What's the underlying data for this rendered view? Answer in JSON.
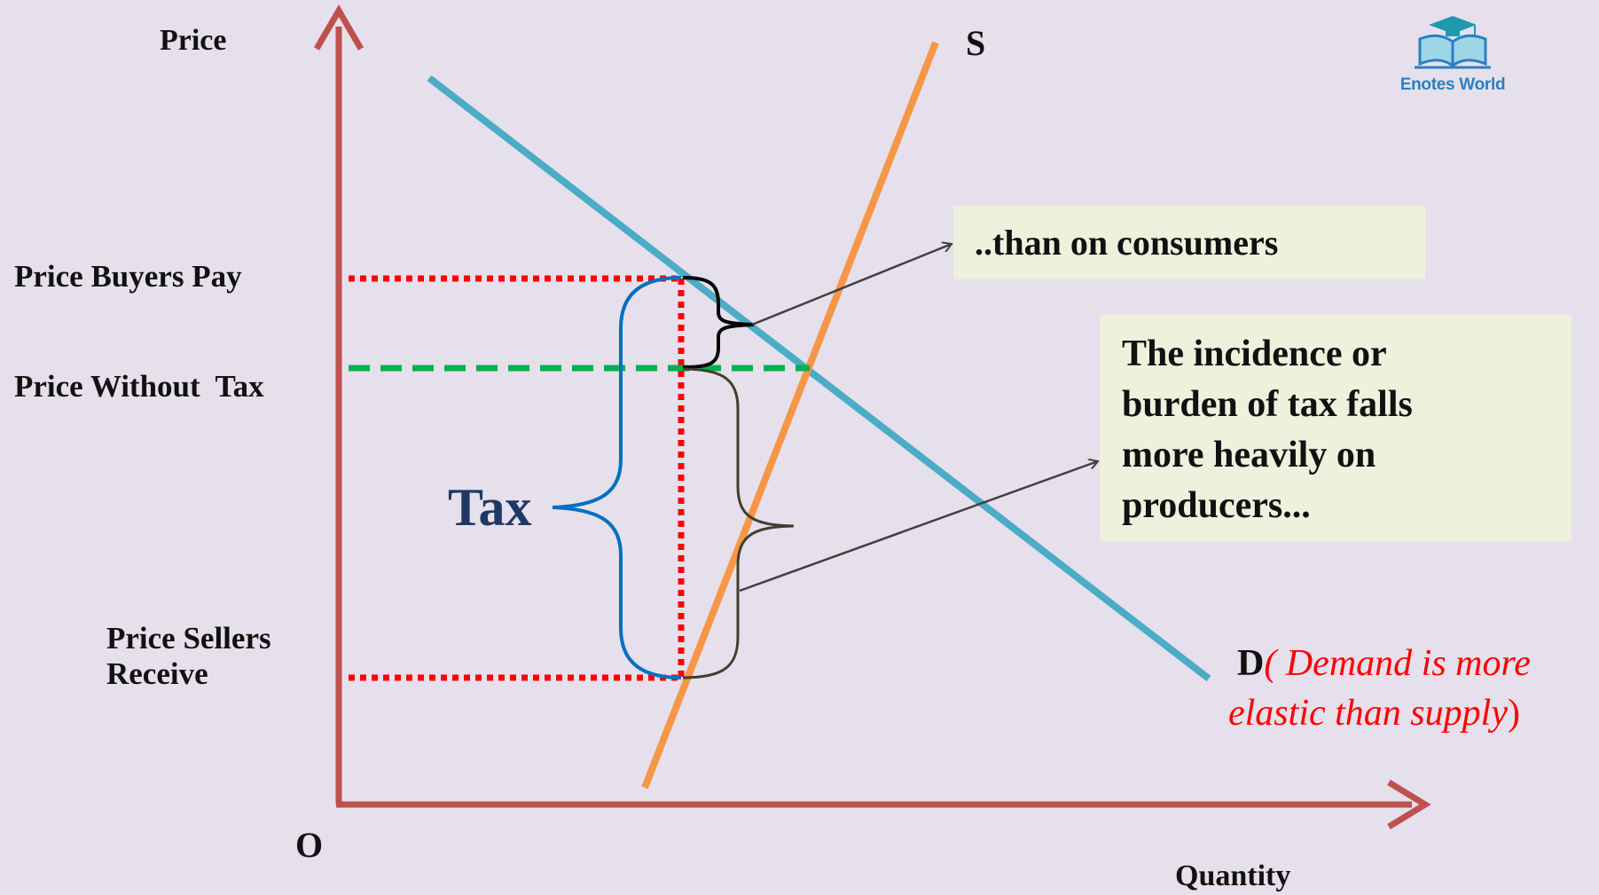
{
  "labels": {
    "price_axis": "Price",
    "quantity_axis": "Quantity",
    "origin": "O",
    "supply": "S",
    "demand": "D",
    "price_buyers_pay": "Price Buyers Pay",
    "price_without_tax": "Price Without  Tax",
    "price_sellers_receive_line1": "Price Sellers",
    "price_sellers_receive_line2": "Receive",
    "tax": "Tax"
  },
  "demand_note": {
    "open_paren": "(",
    "line1": " Demand is more",
    "line2": "elastic than supply",
    "close_paren": ")"
  },
  "callouts": {
    "consumers": "..than on consumers",
    "producers_line1": "The incidence or",
    "producers_line2": "burden of tax falls",
    "producers_line3": "more heavily on",
    "producers_line4": "producers..."
  },
  "logo": {
    "text": "Enotes World",
    "icon": "graduation-cap-book-icon"
  },
  "colors": {
    "background": "#e6e0ec",
    "axes": "#c0504d",
    "demand": "#4bacc6",
    "supply": "#f79646",
    "buyers_price_line": "#ff0000",
    "equilibrium_line": "#00b050",
    "tax_brace": "#0070c0",
    "tax_text": "#1f3864",
    "demand_note": "#ff0000",
    "callout_box": "#eef1dc"
  }
}
